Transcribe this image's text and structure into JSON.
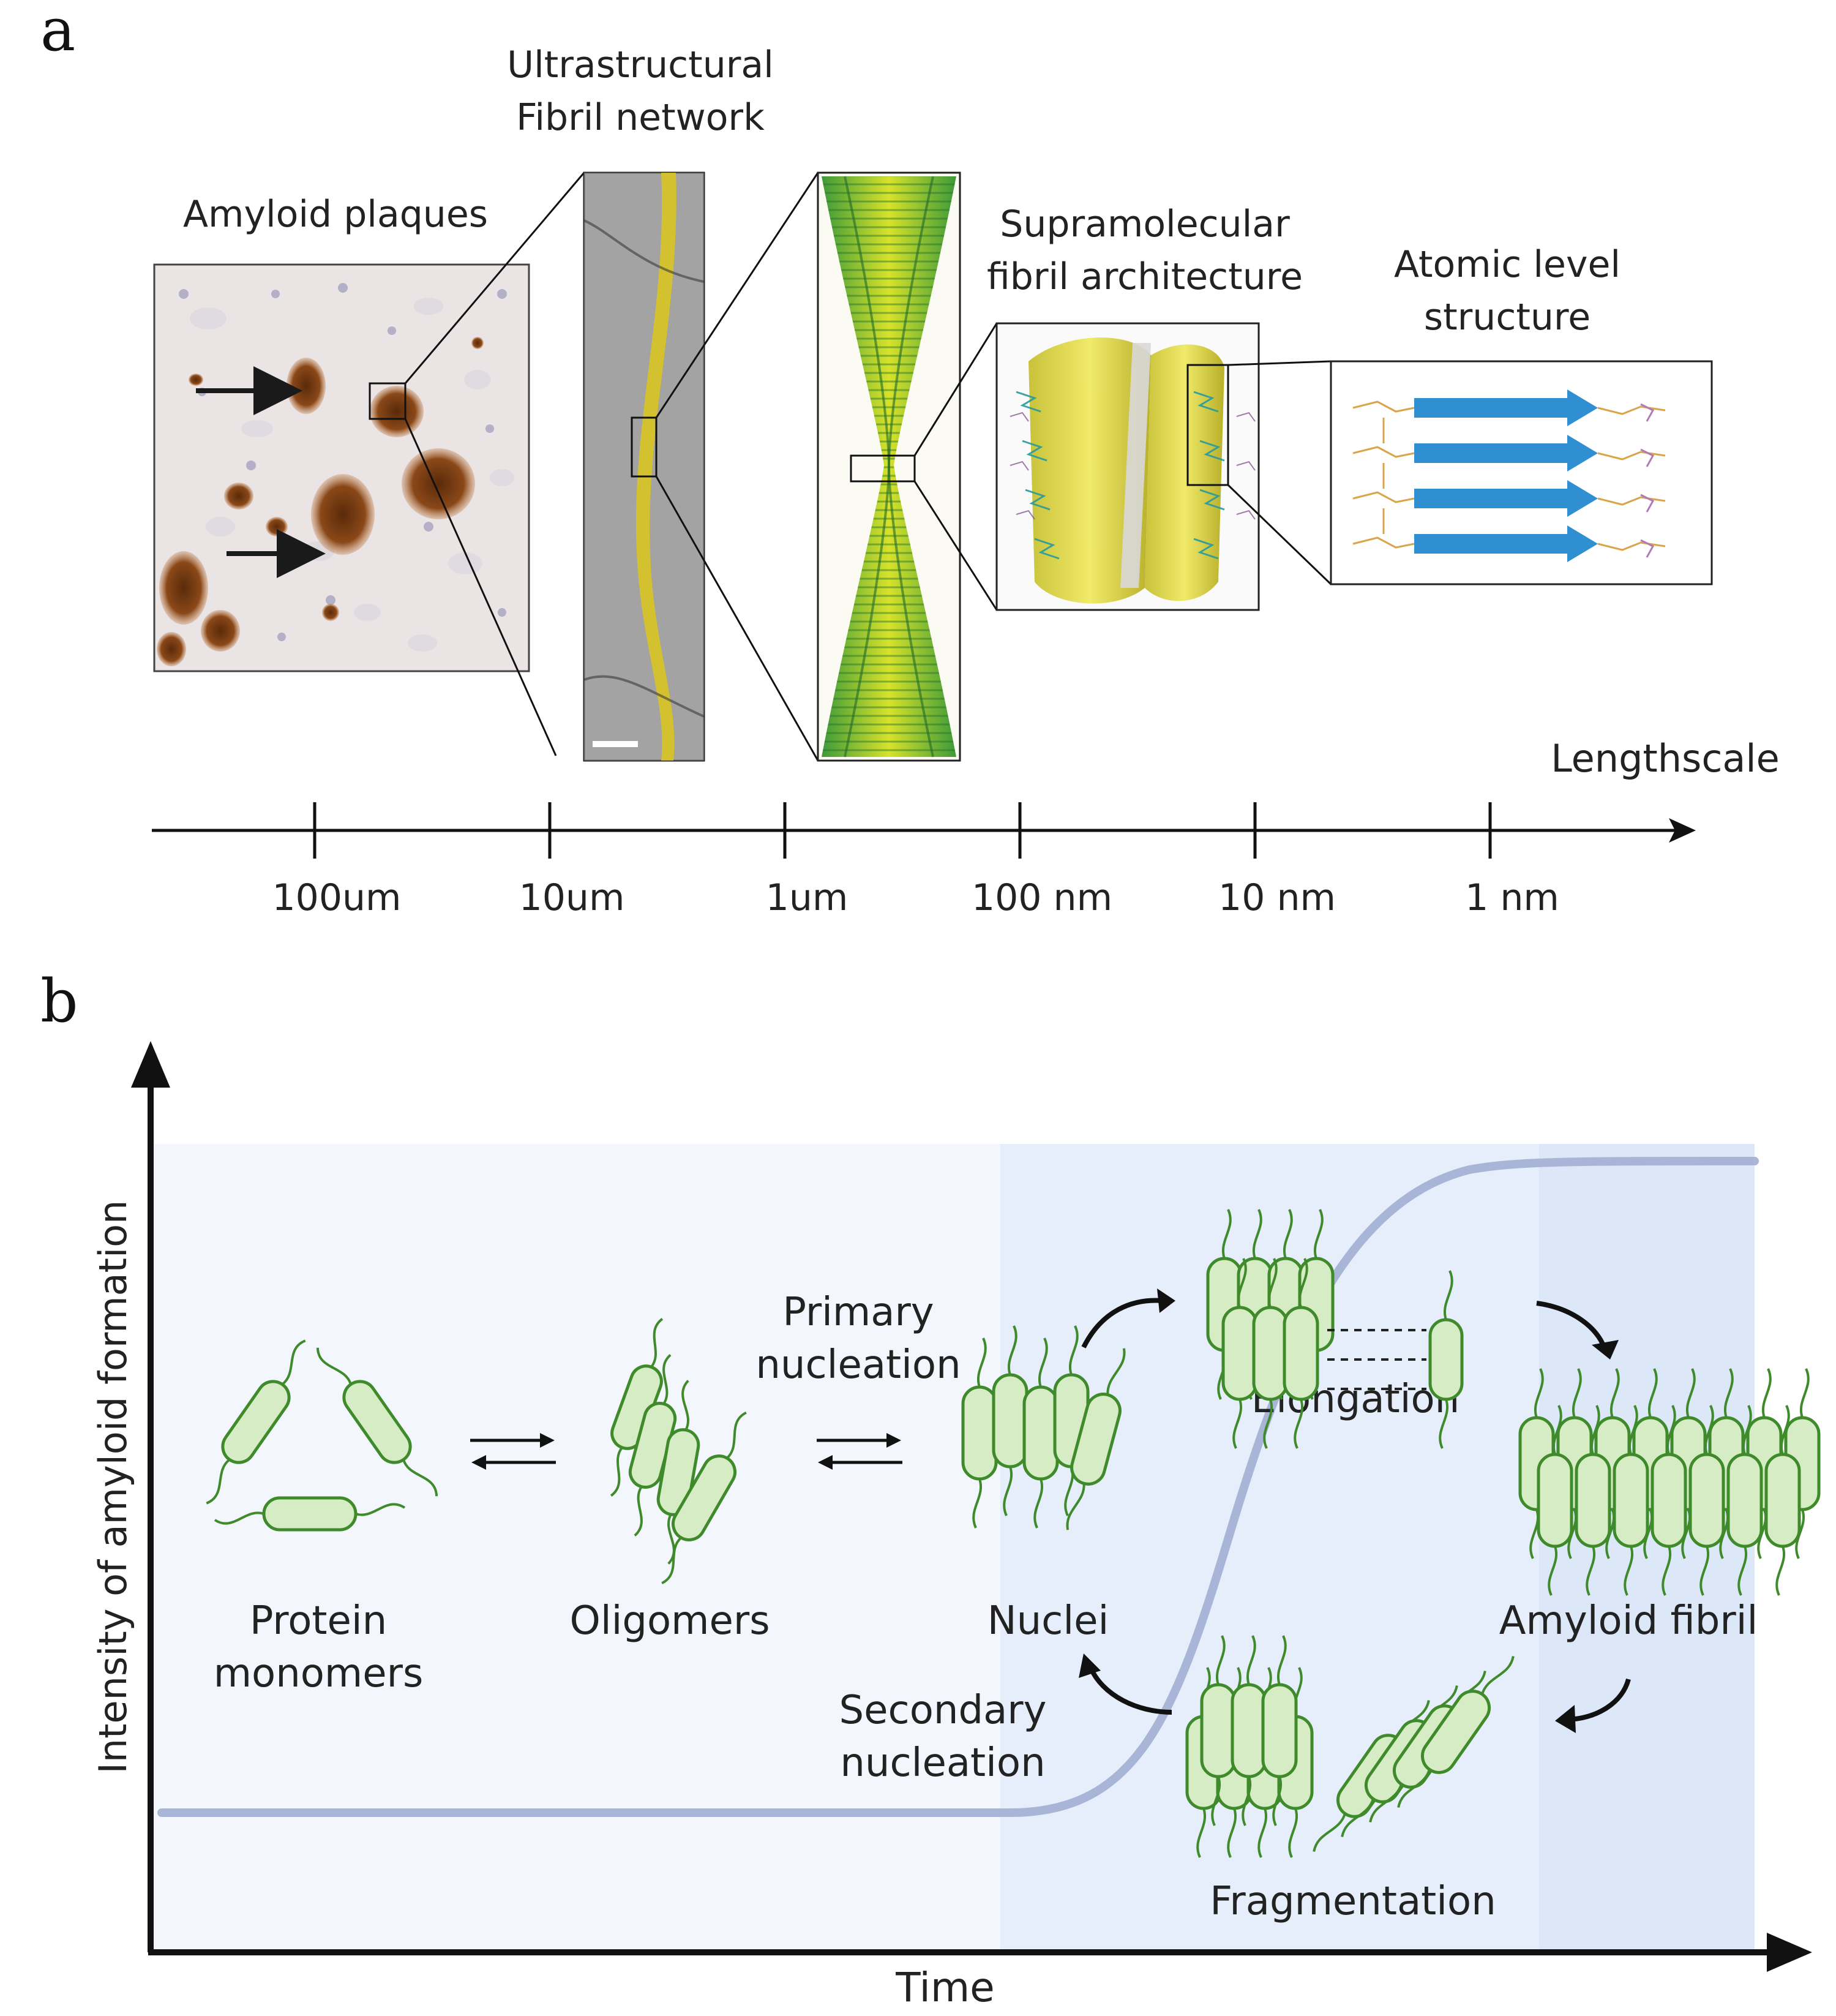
{
  "panel_a": {
    "letter": "a",
    "labels": {
      "plaques": "Amyloid plaques",
      "network_line1": "Ultrastructural",
      "network_line2": "Fibril network",
      "supra_line1": "Supramolecular",
      "supra_line2": "fibril architecture",
      "atomic_line1": "Atomic level",
      "atomic_line2": "structure"
    },
    "axis": {
      "title": "Lengthscale",
      "ticks": [
        "100um",
        "10um",
        "1um",
        "100 nm",
        "10 nm",
        "1 nm"
      ]
    }
  },
  "panel_b": {
    "letter": "b",
    "y_label": "Intensity of amyloid formation",
    "x_label": "Time",
    "stages": {
      "monomers_line1": "Protein",
      "monomers_line2": "monomers",
      "oligomers": "Oligomers",
      "primary_line1": "Primary",
      "primary_line2": "nucleation",
      "nuclei": "Nuclei",
      "elongation": "Elongation",
      "fibril": "Amyloid fibril",
      "secondary_line1": "Secondary",
      "secondary_line2": "nucleation",
      "fragmentation": "Fragmentation"
    }
  },
  "colors": {
    "protein_fill": "#d6ecc4",
    "protein_stroke": "#3f8a2a",
    "curve": "#a9b5d6",
    "panel_bg": "#f3f7fd",
    "phase_bg": "#e6f0fb",
    "tissue": "#ece6e6",
    "plaque": "#7a3d14",
    "fibril_yellow": "#e2d21c",
    "strand_blue": "#2f8fd0"
  }
}
